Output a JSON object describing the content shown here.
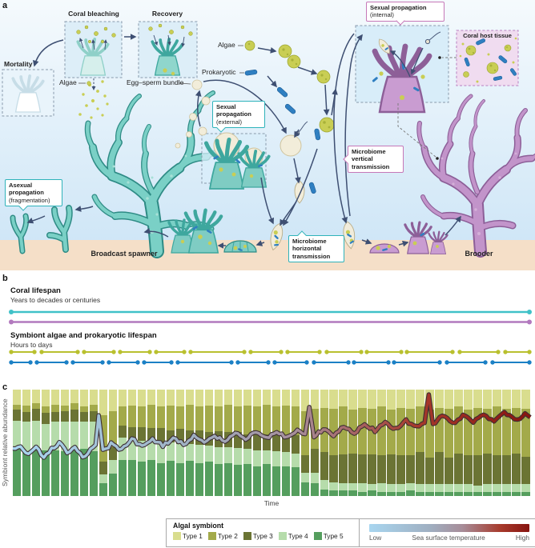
{
  "panel_a": {
    "label": "a",
    "labels": {
      "coral_bleaching": "Coral bleaching",
      "recovery": "Recovery",
      "mortality": "Mortality",
      "algae_water": "Algae",
      "algae_top": "Algae",
      "prokaryotic": "Prokaryotic",
      "egg_sperm_bundle": "Egg–sperm bundle",
      "broadcast_spawner": "Broadcast spawner",
      "brooder": "Brooder",
      "coral_host_tissue": "Coral host tissue"
    },
    "callouts": {
      "sexual_external": {
        "bold": "Sexual propagation",
        "normal": "(external)"
      },
      "sexual_internal": {
        "bold": "Sexual propagation",
        "normal": "(internal)"
      },
      "asexual": {
        "bold": "Asexual propagation",
        "normal": "(fragmentation)"
      },
      "microbiome_horizontal": {
        "bold": "Microbiome horizontal transmission"
      },
      "microbiome_vertical": {
        "bold": "Microbiome vertical transmission"
      }
    },
    "colors": {
      "teal_coral": "#7ad0c6",
      "teal_outline": "#2e8b85",
      "purple_coral": "#c294ca",
      "purple_outline": "#8d5f98",
      "algae": "#c9ce54",
      "prokaryote": "#2f7fc1",
      "egg": "#f2edda",
      "arrow": "#3e4f72",
      "sand": "#f5dfc8"
    }
  },
  "panel_b": {
    "label": "b",
    "coral_lifespan_title": "Coral lifespan",
    "coral_lifespan_sub": "Years to decades or centuries",
    "symbiont_title": "Symbiont algae and prokaryotic lifespan",
    "symbiont_sub": "Hours to days",
    "coral_lines": [
      {
        "name": "broadcast-spawner",
        "color": "#40c1c8"
      },
      {
        "name": "brooder",
        "color": "#b279be"
      }
    ],
    "symbiont_lines": [
      {
        "name": "algae",
        "color": "#b9c02f",
        "segments": [
          [
            14,
            43
          ],
          [
            52,
            97
          ],
          [
            105,
            142
          ],
          [
            150,
            187
          ],
          [
            195,
            230
          ],
          [
            238,
            305
          ],
          [
            313,
            351
          ],
          [
            359,
            399
          ],
          [
            408,
            451
          ],
          [
            458,
            501
          ],
          [
            508,
            565
          ],
          [
            574,
            622
          ],
          [
            631,
            661
          ]
        ]
      },
      {
        "name": "prokaryotic",
        "color": "#1b80c5",
        "segments": [
          [
            14,
            38
          ],
          [
            46,
            83
          ],
          [
            91,
            128
          ],
          [
            136,
            172
          ],
          [
            180,
            214
          ],
          [
            222,
            289
          ],
          [
            297,
            335
          ],
          [
            343,
            383
          ],
          [
            392,
            435
          ],
          [
            442,
            485
          ],
          [
            492,
            549
          ],
          [
            558,
            606
          ],
          [
            615,
            661
          ]
        ]
      }
    ]
  },
  "chart_data": {
    "panel_label": "c",
    "type": "bar",
    "subtype": "stacked bars of symbiont community composition over time with sea surface temperature line overlay",
    "title": "",
    "xlabel": "Time",
    "ylabel": "Symbiont relative abundance",
    "x_ticks": "none (continuous unlabeled time samples)",
    "y_ticks": "none (relative abundance, 0–100%)",
    "series": [
      {
        "name": "Type 1",
        "color": "#d9dd8e"
      },
      {
        "name": "Type 2",
        "color": "#a3aa4a"
      },
      {
        "name": "Type 3",
        "color": "#6b7434"
      },
      {
        "name": "Type 4",
        "color": "#b6dcab"
      },
      {
        "name": "Type 5",
        "color": "#559e5e"
      }
    ],
    "bars_note": "each bar = [Type1,Type2,Type3,Type4,Type5] % stacked top-to-bottom",
    "bars": [
      [
        14,
        5,
        10,
        27,
        44
      ],
      [
        15,
        6,
        9,
        28,
        42
      ],
      [
        13,
        5,
        11,
        26,
        45
      ],
      [
        16,
        6,
        10,
        25,
        43
      ],
      [
        14,
        7,
        9,
        27,
        43
      ],
      [
        15,
        5,
        10,
        28,
        42
      ],
      [
        13,
        6,
        11,
        27,
        43
      ],
      [
        16,
        5,
        9,
        26,
        44
      ],
      [
        14,
        6,
        10,
        28,
        42
      ],
      [
        24,
        44,
        12,
        8,
        12
      ],
      [
        20,
        34,
        12,
        13,
        21
      ],
      [
        16,
        18,
        11,
        21,
        34
      ],
      [
        15,
        20,
        12,
        19,
        34
      ],
      [
        16,
        19,
        13,
        20,
        32
      ],
      [
        14,
        22,
        12,
        18,
        34
      ],
      [
        16,
        20,
        14,
        19,
        31
      ],
      [
        15,
        23,
        12,
        17,
        33
      ],
      [
        16,
        21,
        14,
        18,
        31
      ],
      [
        14,
        24,
        13,
        16,
        33
      ],
      [
        16,
        22,
        14,
        17,
        31
      ],
      [
        15,
        25,
        13,
        15,
        32
      ],
      [
        16,
        23,
        15,
        16,
        30
      ],
      [
        14,
        26,
        14,
        15,
        31
      ],
      [
        16,
        24,
        15,
        16,
        29
      ],
      [
        15,
        27,
        14,
        14,
        30
      ],
      [
        16,
        25,
        16,
        15,
        28
      ],
      [
        14,
        28,
        15,
        13,
        30
      ],
      [
        16,
        26,
        16,
        14,
        28
      ],
      [
        15,
        29,
        15,
        13,
        28
      ],
      [
        16,
        27,
        17,
        13,
        27
      ],
      [
        20,
        42,
        16,
        9,
        13
      ],
      [
        18,
        38,
        22,
        10,
        12
      ],
      [
        17,
        42,
        26,
        9,
        6
      ],
      [
        18,
        44,
        25,
        8,
        5
      ],
      [
        16,
        45,
        27,
        7,
        5
      ],
      [
        19,
        41,
        28,
        7,
        5
      ],
      [
        17,
        44,
        27,
        8,
        4
      ],
      [
        18,
        43,
        28,
        6,
        5
      ],
      [
        16,
        46,
        26,
        8,
        4
      ],
      [
        19,
        42,
        28,
        7,
        4
      ],
      [
        17,
        45,
        27,
        7,
        4
      ],
      [
        18,
        44,
        26,
        7,
        5
      ],
      [
        16,
        43,
        30,
        7,
        4
      ],
      [
        19,
        45,
        25,
        7,
        4
      ],
      [
        17,
        42,
        30,
        7,
        4
      ],
      [
        18,
        46,
        25,
        7,
        4
      ],
      [
        16,
        44,
        29,
        7,
        4
      ],
      [
        19,
        43,
        27,
        7,
        4
      ],
      [
        17,
        45,
        28,
        6,
        4
      ],
      [
        18,
        42,
        29,
        7,
        4
      ],
      [
        16,
        46,
        27,
        7,
        4
      ],
      [
        18,
        44,
        27,
        7,
        4
      ],
      [
        17,
        43,
        29,
        7,
        4
      ],
      [
        18,
        45,
        26,
        7,
        4
      ]
    ],
    "temperature_line": {
      "label": "Sea surface temperature",
      "points_note": "[x % of time axis, y % from top of plot]; lower y = warmer",
      "points": [
        [
          0,
          57
        ],
        [
          1.5,
          52
        ],
        [
          3,
          61
        ],
        [
          4.5,
          54
        ],
        [
          6,
          63
        ],
        [
          7.5,
          56
        ],
        [
          9,
          50
        ],
        [
          10.5,
          60
        ],
        [
          12,
          55
        ],
        [
          13.5,
          64
        ],
        [
          15,
          57
        ],
        [
          16,
          53
        ],
        [
          16.6,
          24
        ],
        [
          17.4,
          58
        ],
        [
          19,
          51
        ],
        [
          21,
          57
        ],
        [
          23,
          46
        ],
        [
          25,
          54
        ],
        [
          27,
          46
        ],
        [
          29,
          53
        ],
        [
          31,
          45
        ],
        [
          33,
          51
        ],
        [
          35,
          44
        ],
        [
          37,
          50
        ],
        [
          39,
          43
        ],
        [
          41,
          49
        ],
        [
          43,
          41
        ],
        [
          45,
          47
        ],
        [
          47,
          40
        ],
        [
          49,
          46
        ],
        [
          51,
          39
        ],
        [
          53,
          45
        ],
        [
          55,
          38
        ],
        [
          56.5,
          43
        ],
        [
          57.3,
          15
        ],
        [
          58.2,
          45
        ],
        [
          60,
          37
        ],
        [
          62,
          43
        ],
        [
          64,
          34
        ],
        [
          66,
          41
        ],
        [
          68,
          32
        ],
        [
          70,
          39
        ],
        [
          72,
          31
        ],
        [
          74,
          37
        ],
        [
          76,
          29
        ],
        [
          78,
          35
        ],
        [
          79.6,
          30
        ],
        [
          80.4,
          6
        ],
        [
          81.2,
          33
        ],
        [
          83,
          25
        ],
        [
          85,
          32
        ],
        [
          87,
          24
        ],
        [
          89,
          31
        ],
        [
          91,
          23
        ],
        [
          93,
          30
        ],
        [
          95,
          22
        ],
        [
          97,
          29
        ],
        [
          99,
          23
        ],
        [
          100,
          26
        ]
      ],
      "gradient": [
        [
          "0%",
          "#a8d6f0"
        ],
        [
          "35%",
          "#9fafc1"
        ],
        [
          "55%",
          "#a78d99"
        ],
        [
          "78%",
          "#a73a2c"
        ],
        [
          "100%",
          "#871410"
        ]
      ]
    }
  },
  "legend": {
    "algal_title": "Algal symbiont",
    "sst_low": "Low",
    "sst_label": "Sea surface temperature",
    "sst_high": "High",
    "sst_gradient": [
      [
        "0%",
        "#a8d6f0"
      ],
      [
        "38%",
        "#9fafc1"
      ],
      [
        "58%",
        "#a78d99"
      ],
      [
        "82%",
        "#a73a2c"
      ],
      [
        "100%",
        "#871410"
      ]
    ]
  }
}
